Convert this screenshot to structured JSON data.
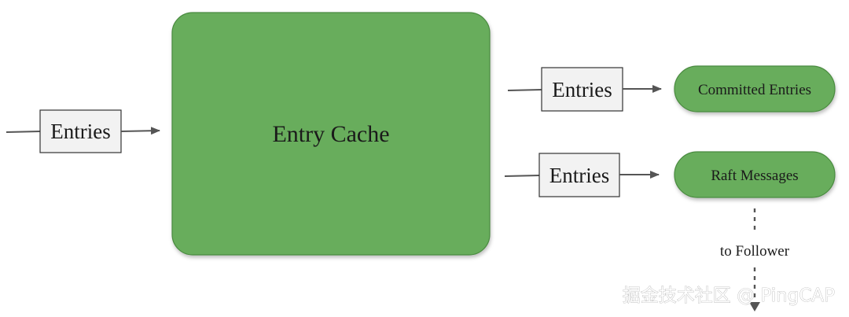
{
  "nodes": {
    "input_entries": "Entries",
    "entry_cache": "Entry Cache",
    "committed_out_entries": "Entries",
    "committed_entries": "Committed Entries",
    "raft_out_entries": "Entries",
    "raft_messages": "Raft Messages"
  },
  "edges": {
    "to_follower": "to Follower"
  },
  "watermark": "掘金技术社区 @ PingCAP",
  "colors": {
    "green_fill": "#67ad5b",
    "green_stroke": "#4a8a3f",
    "box_fill": "#f2f2f2",
    "arrow": "#555555"
  }
}
